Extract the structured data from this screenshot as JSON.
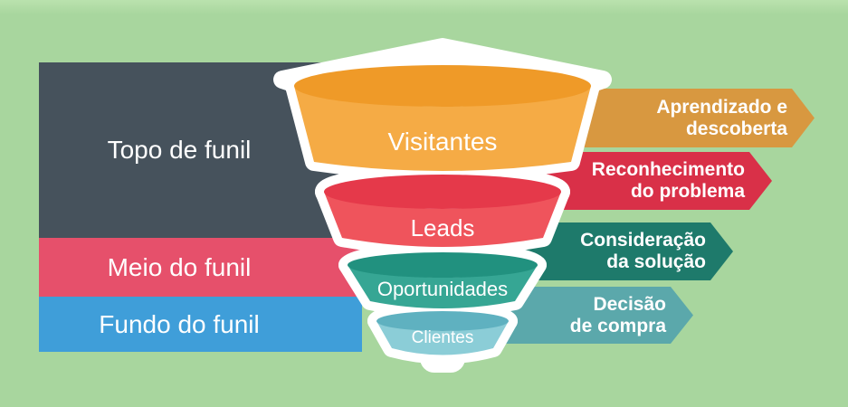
{
  "background": {
    "green": "#a8d69e",
    "green_light_top": "#bae2ae"
  },
  "outline_color": "#ffffff",
  "left_stages": [
    {
      "label": "Topo de funil",
      "color": "#46525c"
    },
    {
      "label": "Meio do funil",
      "color": "#e6506b"
    },
    {
      "label": "Fundo do funil",
      "color": "#3f9ed9"
    }
  ],
  "funnel_levels": [
    {
      "label": "Visitantes",
      "rim_color": "#ef9a28",
      "body_color": "#f5ab45"
    },
    {
      "label": "Leads",
      "rim_color": "#e5394a",
      "body_color": "#ef545c"
    },
    {
      "label": "Oportunidades",
      "rim_color": "#21917f",
      "body_color": "#36a694"
    },
    {
      "label": "Clientes",
      "rim_color": "#5fb1c0",
      "body_color": "#8bcdd7"
    }
  ],
  "journey_stages": [
    {
      "lines": [
        "Aprendizado e",
        "descoberta"
      ],
      "color": "#d89840"
    },
    {
      "lines": [
        "Reconhecimento",
        "do problema"
      ],
      "color": "#d93048"
    },
    {
      "lines": [
        "Consideração",
        "da solução"
      ],
      "color": "#1e7a6b"
    },
    {
      "lines": [
        "Decisão",
        "de compra"
      ],
      "color": "#5ba8ab"
    }
  ]
}
